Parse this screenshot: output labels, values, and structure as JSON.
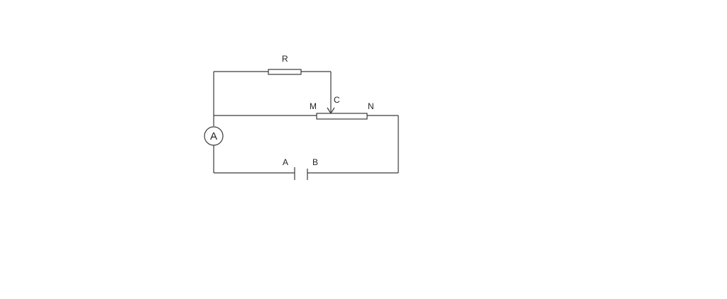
{
  "diagram": {
    "labels": {
      "resistor": "R",
      "slider": "C",
      "rheostat_left": "M",
      "rheostat_right": "N",
      "battery_left": "A",
      "battery_right": "B",
      "ammeter": "A"
    },
    "colors": {
      "line": "#3a3a3a",
      "text": "#222222",
      "background": "#ffffff"
    }
  }
}
